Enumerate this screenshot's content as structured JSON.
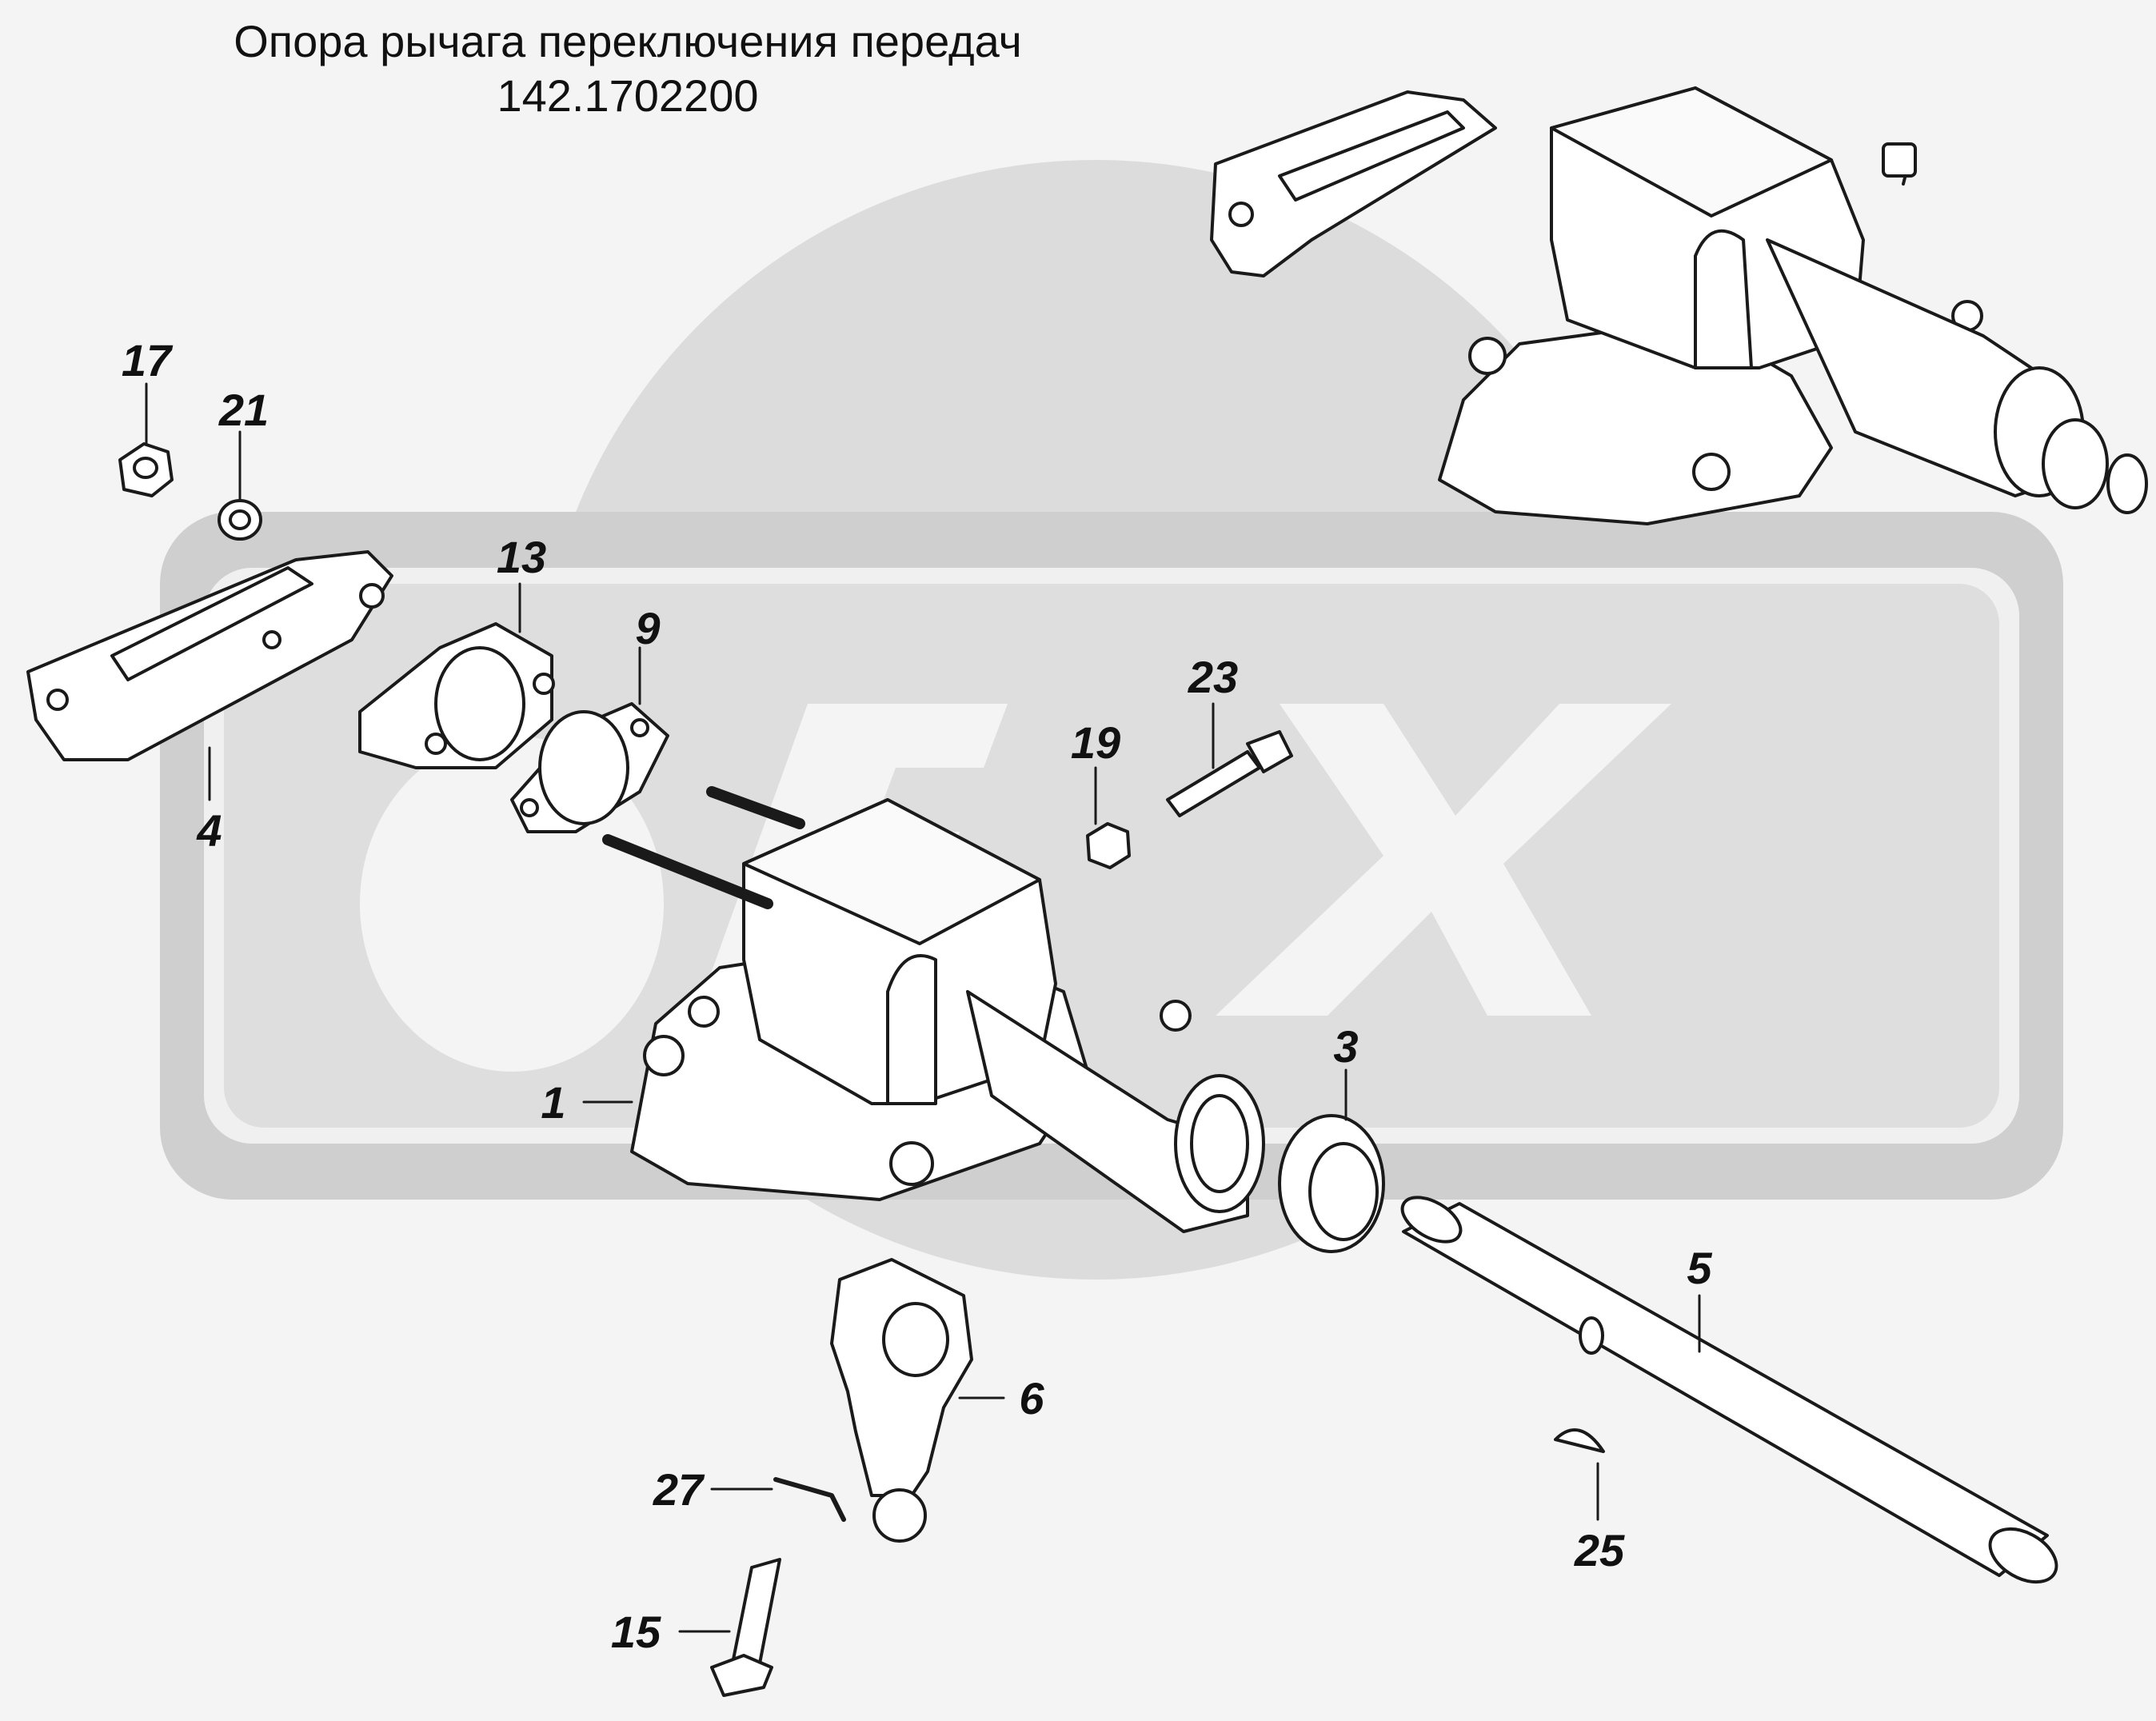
{
  "title": {
    "line1": "Опора рычага переключения передач",
    "line2": "142.1702200"
  },
  "watermark": {
    "text": "OREX",
    "color": "#dddddd"
  },
  "callouts": {
    "c1": "1",
    "c3": "3",
    "c4": "4",
    "c5": "5",
    "c6": "6",
    "c9": "9",
    "c13": "13",
    "c15": "15",
    "c17": "17",
    "c19": "19",
    "c21": "21",
    "c23": "23",
    "c25": "25",
    "c27": "27"
  }
}
